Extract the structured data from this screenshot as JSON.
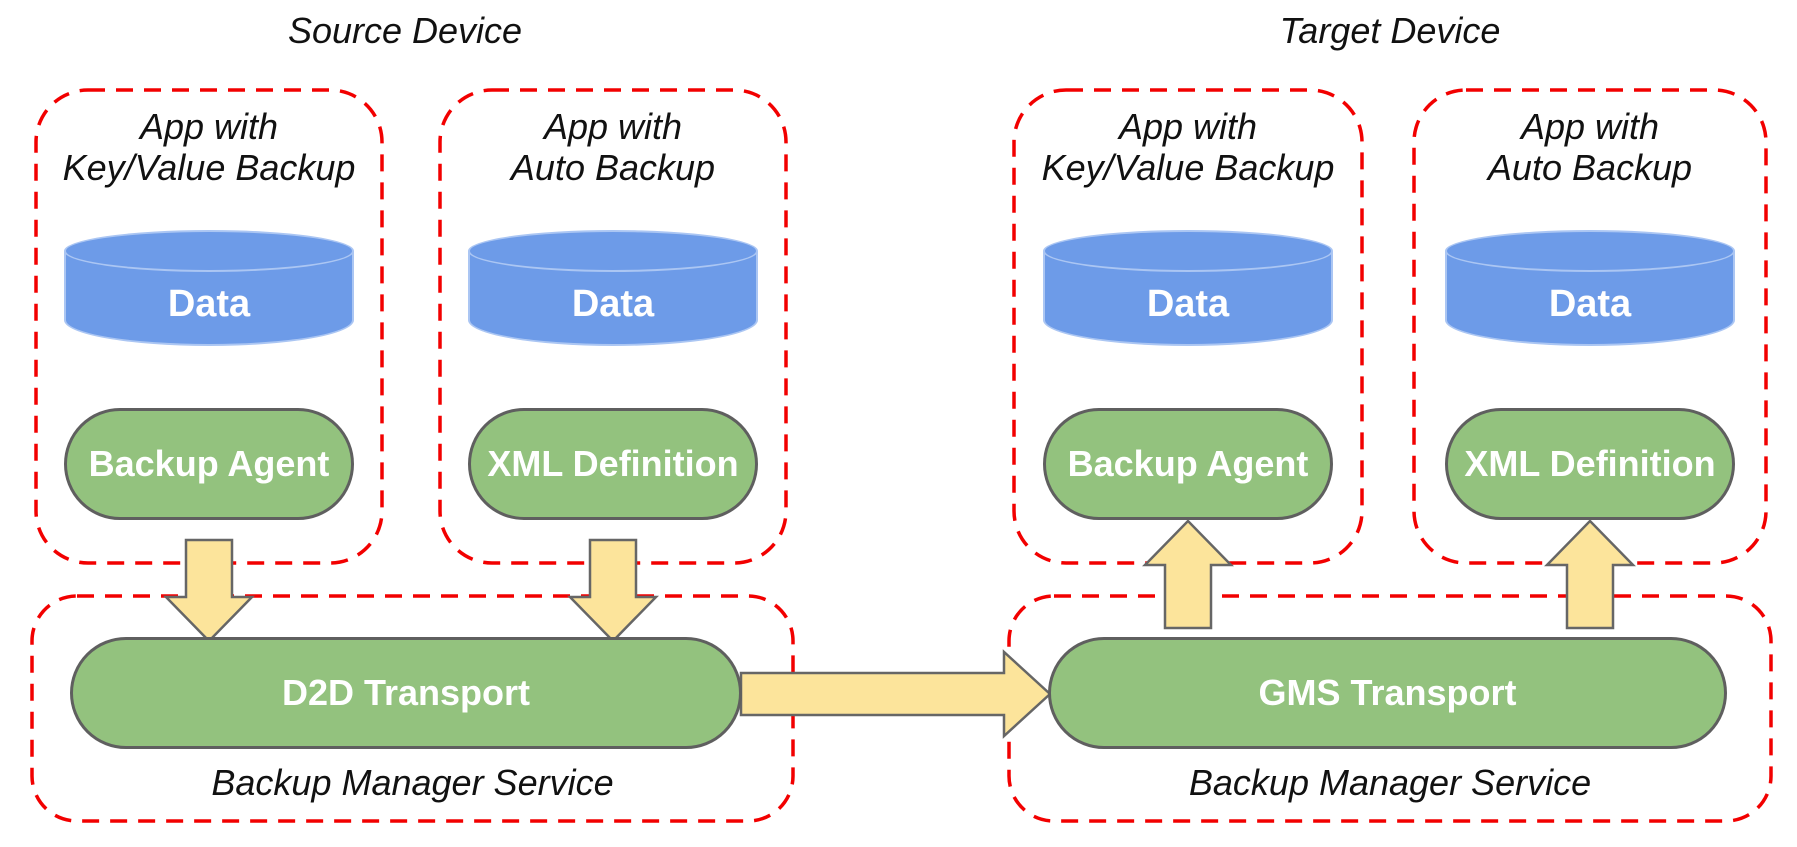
{
  "colors": {
    "dash-red": "#f20000",
    "pill-green": "#93c27e",
    "shape-border": "#5f5f5f",
    "cylinder-blue": "#6d9be8",
    "cylinder-edge": "#abc6f3",
    "arrow-yellow": "#fce49b",
    "arrow-border": "#666666",
    "label-black": "#111111",
    "label-white": "#ffffff"
  },
  "source": {
    "title": "Source Device",
    "service": {
      "transport_label": "D2D Transport",
      "caption": "Backup Manager Service"
    },
    "apps": [
      {
        "title_line1": "App with",
        "title_line2": "Key/Value Backup",
        "data_label": "Data",
        "component_label": "Backup Agent"
      },
      {
        "title_line1": "App with",
        "title_line2": "Auto Backup",
        "data_label": "Data",
        "component_label": "XML Definition"
      }
    ]
  },
  "target": {
    "title": "Target Device",
    "service": {
      "transport_label": "GMS Transport",
      "caption": "Backup Manager Service"
    },
    "apps": [
      {
        "title_line1": "App with",
        "title_line2": "Key/Value Backup",
        "data_label": "Data",
        "component_label": "Backup Agent"
      },
      {
        "title_line1": "App with",
        "title_line2": "Auto Backup",
        "data_label": "Data",
        "component_label": "XML Definition"
      }
    ]
  }
}
